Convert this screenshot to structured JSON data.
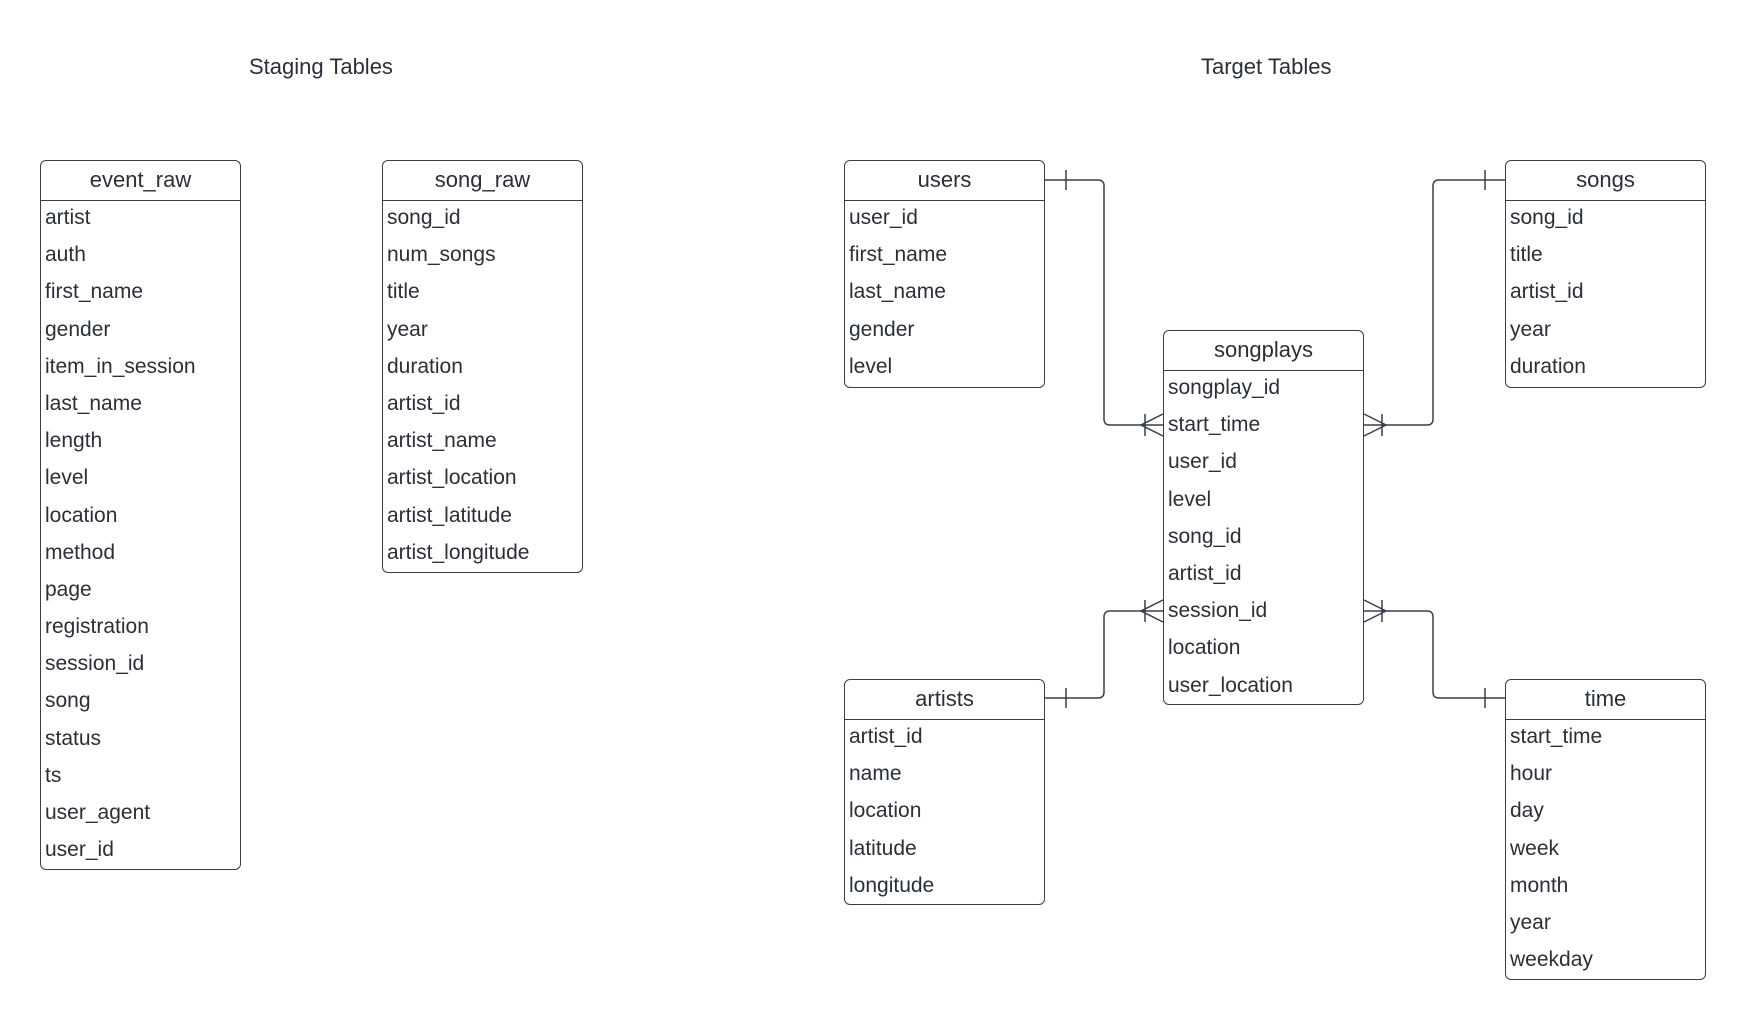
{
  "sections": {
    "staging": "Staging Tables",
    "target": "Target Tables"
  },
  "tables": {
    "event_raw": {
      "name": "event_raw",
      "fields": [
        "artist",
        "auth",
        "first_name",
        "gender",
        "item_in_session",
        "last_name",
        "length",
        "level",
        "location",
        "method",
        "page",
        "registration",
        "session_id",
        "song",
        "status",
        "ts",
        "user_agent",
        "user_id"
      ]
    },
    "song_raw": {
      "name": "song_raw",
      "fields": [
        "song_id",
        "num_songs",
        "title",
        "year",
        "duration",
        "artist_id",
        "artist_name",
        "artist_location",
        "artist_latitude",
        "artist_longitude"
      ]
    },
    "users": {
      "name": "users",
      "fields": [
        "user_id",
        "first_name",
        "last_name",
        "gender",
        "level"
      ]
    },
    "songs": {
      "name": "songs",
      "fields": [
        "song_id",
        "title",
        "artist_id",
        "year",
        "duration"
      ]
    },
    "songplays": {
      "name": "songplays",
      "fields": [
        "songplay_id",
        "start_time",
        "user_id",
        "level",
        "song_id",
        "artist_id",
        "session_id",
        "location",
        "user_location"
      ]
    },
    "artists": {
      "name": "artists",
      "fields": [
        "artist_id",
        "name",
        "location",
        "latitude",
        "longitude"
      ]
    },
    "time": {
      "name": "time",
      "fields": [
        "start_time",
        "hour",
        "day",
        "week",
        "month",
        "year",
        "weekday"
      ]
    }
  },
  "relationships": [
    {
      "from": "users",
      "to": "songplays",
      "from_cardinality": "one",
      "to_cardinality": "many"
    },
    {
      "from": "songs",
      "to": "songplays",
      "from_cardinality": "one",
      "to_cardinality": "many"
    },
    {
      "from": "artists",
      "to": "songplays",
      "from_cardinality": "one",
      "to_cardinality": "many"
    },
    {
      "from": "time",
      "to": "songplays",
      "from_cardinality": "one",
      "to_cardinality": "many"
    }
  ],
  "colors": {
    "stroke": "#3a3f4a",
    "text": "#2b2f38",
    "background": "#ffffff"
  }
}
